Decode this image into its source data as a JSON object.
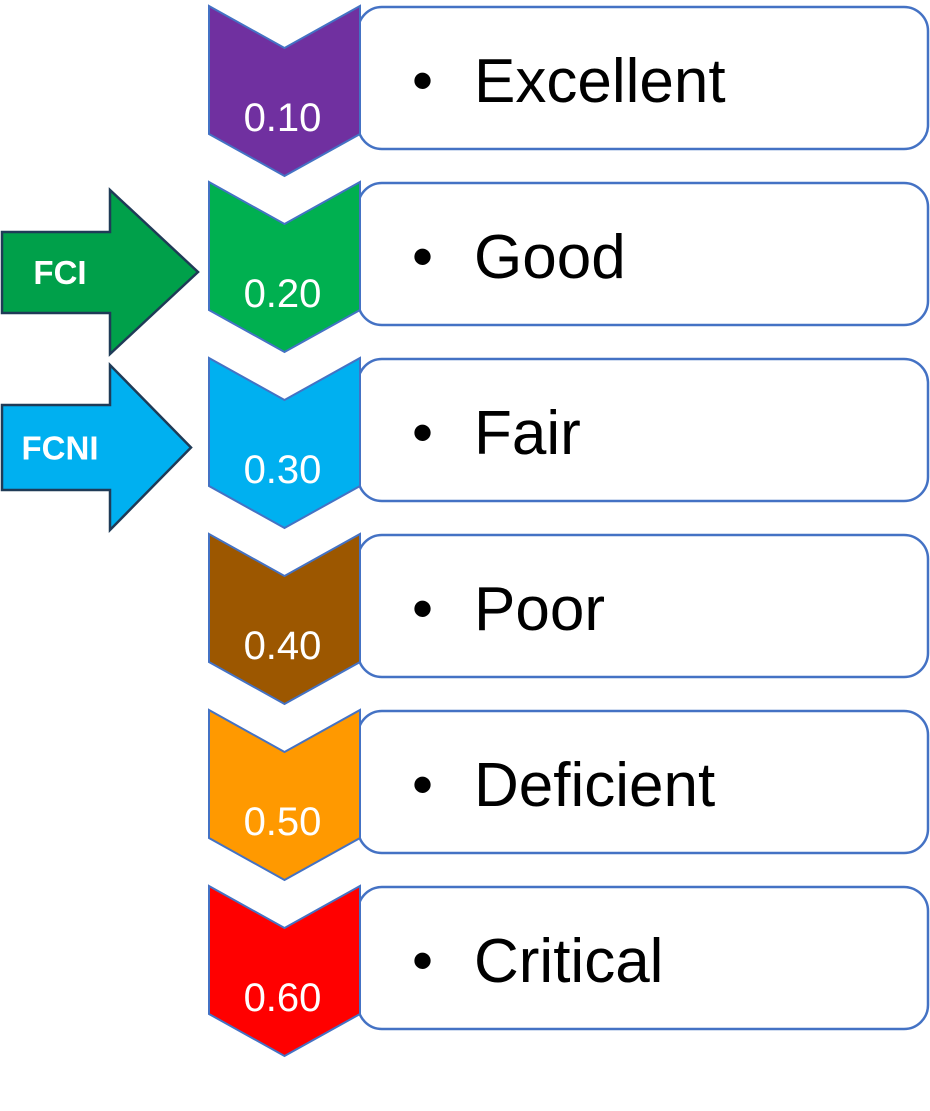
{
  "levels": [
    {
      "value": "0.10",
      "label": "Excellent",
      "color": "#7030A0"
    },
    {
      "value": "0.20",
      "label": "Good",
      "color": "#00B050"
    },
    {
      "value": "0.30",
      "label": "Fair",
      "color": "#00B0F0"
    },
    {
      "value": "0.40",
      "label": "Poor",
      "color": "#9C5700"
    },
    {
      "value": "0.50",
      "label": "Deficient",
      "color": "#FF9900"
    },
    {
      "value": "0.60",
      "label": "Critical",
      "color": "#FF0000"
    }
  ],
  "pointers": [
    {
      "label": "FCI",
      "color": "#00A04A",
      "points_to": "0.20"
    },
    {
      "label": "FCNI",
      "color": "#00B0F0",
      "points_to": "0.30"
    }
  ],
  "bullet": "•",
  "box_border_color": "#4472C4",
  "chevron_border_color": "#4472C4"
}
